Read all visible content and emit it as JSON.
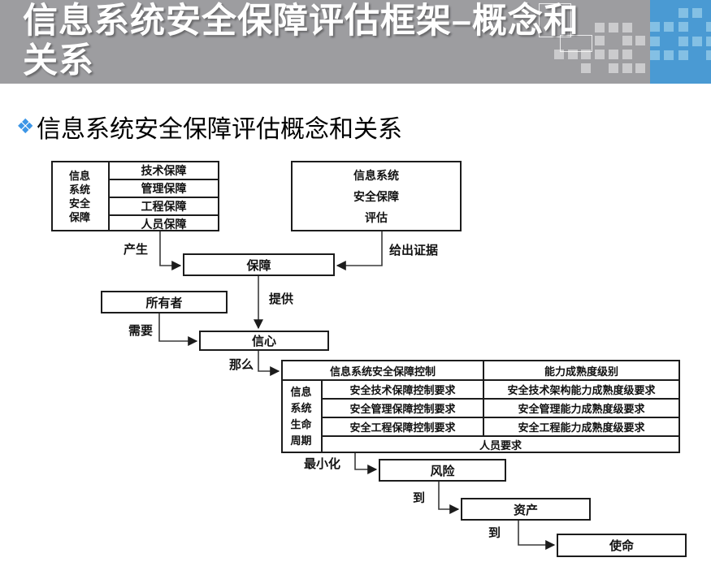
{
  "slide": {
    "title": "信息系统安全保障评估框架–概念和关系",
    "heading": "信息系统安全保障评估概念和关系",
    "bullet_icon": "❖",
    "colors": {
      "title_bar": "#9d9da0",
      "title_text": "#ffffff",
      "accent_blue": "#4a9ad3",
      "accent_blue_light": "#84c0e4",
      "deco_gray_square": "#cbcbcd",
      "bullet_blue": "#3d96e6",
      "diagram_line": "#383838"
    }
  },
  "diagram": {
    "assurance_table": {
      "row_header": "信息系统安全保障",
      "rows": [
        "技术保障",
        "管理保障",
        "工程保障",
        "人员保障"
      ]
    },
    "evaluation_box": {
      "lines": [
        "信息系统",
        "安全保障",
        "评估"
      ]
    },
    "boxes": {
      "assurance": "保障",
      "owner": "所有者",
      "confidence": "信心",
      "risk": "风险",
      "asset": "资产",
      "mission": "使命"
    },
    "edge_labels": {
      "produce": "产生",
      "give_evidence": "给出证据",
      "provide": "提供",
      "need": "需要",
      "then": "那么",
      "minimize": "最小化",
      "to1": "到",
      "to2": "到"
    },
    "control_table": {
      "headers": [
        "信息系统安全保障控制",
        "能力成熟度级别"
      ],
      "row_header": "信息系统生命周期",
      "rows": [
        [
          "安全技术保障控制要求",
          "安全技术架构能力成熟度级要求"
        ],
        [
          "安全管理保障控制要求",
          "安全管理能力成熟度级要求"
        ],
        [
          "安全工程保障控制要求",
          "安全工程能力成熟度级要求"
        ]
      ],
      "footer": "人员要求"
    }
  }
}
